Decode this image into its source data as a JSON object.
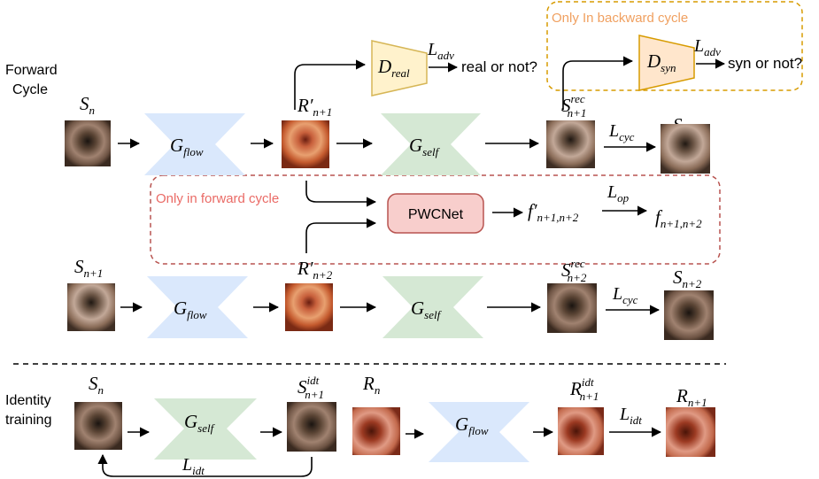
{
  "sections": {
    "forward_label": [
      "Forward",
      "Cycle"
    ],
    "identity_label": [
      "Identity",
      "training"
    ]
  },
  "regions": {
    "backward_only": "Only In backward cycle",
    "forward_only": "Only in forward cycle"
  },
  "outputs": {
    "real_or_not": "real or not?",
    "syn_or_not": "syn or not?"
  },
  "modules": {
    "pwcnet": "PWCNet",
    "d_real": {
      "base": "D",
      "sub": "real"
    },
    "d_syn": {
      "base": "D",
      "sub": "syn"
    },
    "g_flow": {
      "base": "G",
      "sub": "flow"
    },
    "g_self": {
      "base": "G",
      "sub": "self"
    }
  },
  "symbols": {
    "s_n": {
      "base": "S",
      "sub": "n"
    },
    "s_n1": {
      "base": "S",
      "sub": "n+1"
    },
    "s_n2": {
      "base": "S",
      "sub": "n+2"
    },
    "r_n": {
      "base": "R",
      "sub": "n"
    },
    "r_n1": {
      "base": "R",
      "sub": "n+1"
    },
    "r_p_n1": {
      "base": "R′",
      "sub": "n+1"
    },
    "r_p_n2": {
      "base": "R′",
      "sub": "n+2"
    },
    "s_rec_n1": {
      "base": "S",
      "sup": "rec",
      "sub": "n+1"
    },
    "s_rec_n2": {
      "base": "S",
      "sup": "rec",
      "sub": "n+2"
    },
    "s_idt_n1": {
      "base": "S",
      "sup": "idt",
      "sub": "n+1"
    },
    "r_idt_n1": {
      "base": "R",
      "sup": "idt",
      "sub": "n+1"
    },
    "f_p": {
      "base": "f′",
      "sub": "n+1,n+2"
    },
    "f": {
      "base": "f",
      "sub": "n+1,n+2"
    }
  },
  "losses": {
    "adv": {
      "base": "L",
      "sub": "adv"
    },
    "cyc": {
      "base": "L",
      "sub": "cyc"
    },
    "op": {
      "base": "L",
      "sub": "op"
    },
    "idt": {
      "base": "L",
      "sub": "idt"
    }
  },
  "colors": {
    "g_flow": "#dae8fc",
    "g_self": "#d5e8d4",
    "discriminator_fill": "#fff2cc",
    "discriminator_stroke": "#d6b656",
    "d_syn_fill": "#ffe6cc",
    "d_syn_stroke": "#d79b00",
    "backward_region": "#d79b00",
    "forward_region": "#b85450",
    "forward_text": "#ea6b66",
    "backward_text": "#f0a060",
    "pwcnet_fill": "#f8cecc",
    "pwcnet_stroke": "#b85450"
  }
}
